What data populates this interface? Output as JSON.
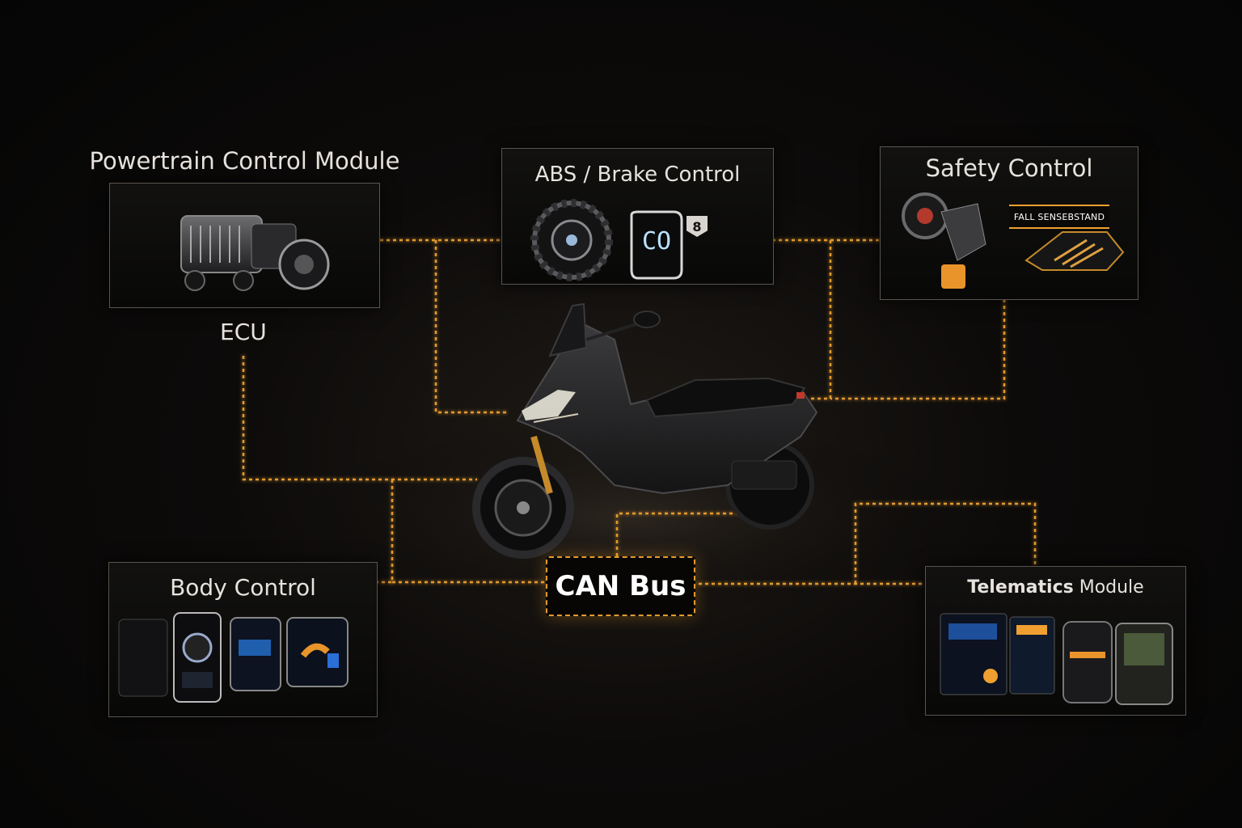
{
  "modules": {
    "powertrain": {
      "title": "Powertrain Control Module",
      "sublabel": "ECU",
      "icon": "engine-icon"
    },
    "abs": {
      "title": "ABS / Brake Control",
      "badge": "8",
      "icon": "brake-disc-icon"
    },
    "safety": {
      "title": "Safety Control",
      "tag": "FALL SENSEBSTAND",
      "icon": "fall-sensor-icon"
    },
    "body": {
      "title": "Body Control",
      "icon": "display-screens-icon"
    },
    "telematics": {
      "title_main": "Telematics",
      "title_rest": " Module",
      "icon": "telematics-device-icon"
    }
  },
  "bus": {
    "label": "CAN Bus"
  },
  "colors": {
    "wire": "#e39a2f",
    "panel_border": "#5a544e",
    "background": "#080706"
  }
}
